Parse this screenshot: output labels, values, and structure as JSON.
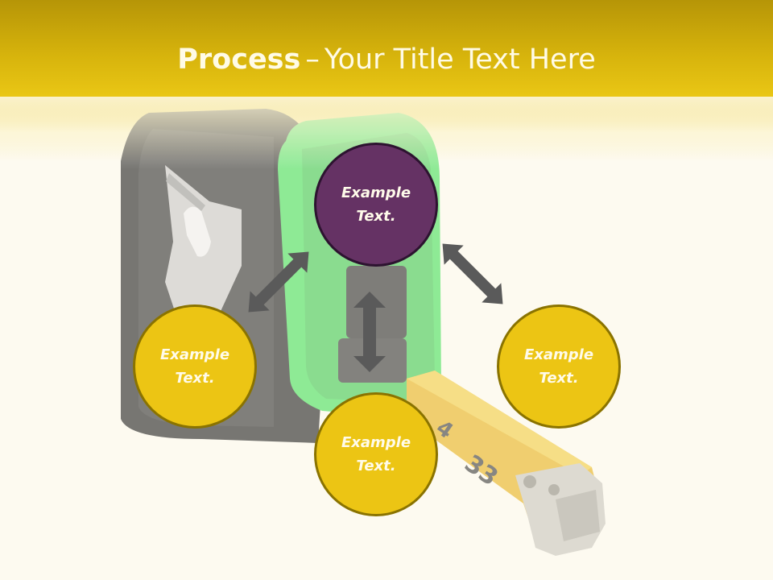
{
  "title": {
    "bold": "Process",
    "dash": "–",
    "rest": "Your Title Text Here"
  },
  "nodes": {
    "top": "Example Text.",
    "left": "Example Text.",
    "right": "Example Text.",
    "bottom": "Example Text."
  },
  "colors": {
    "header": "#ebc816",
    "center_node": "#653264",
    "outer_node": "#ecc514",
    "arrow": "#5a5a5a",
    "background": "#fdfaf0"
  }
}
